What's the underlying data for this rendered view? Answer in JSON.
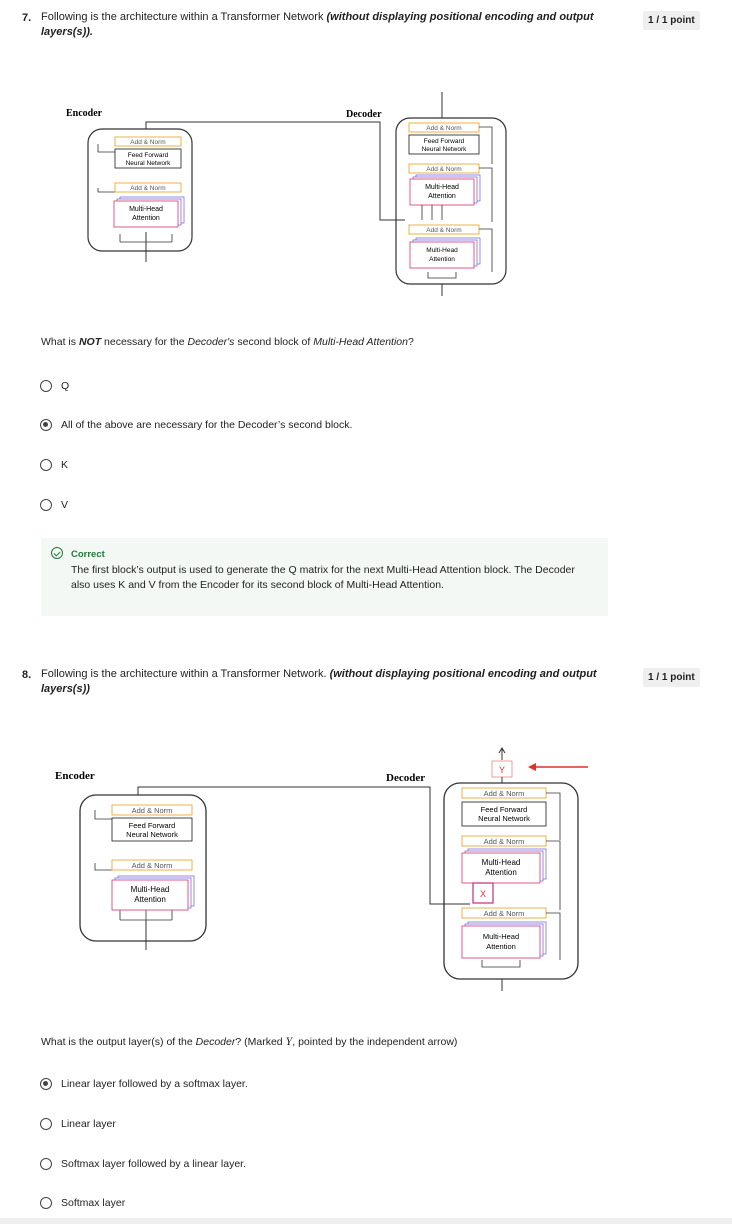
{
  "questions": [
    {
      "number": "7.",
      "text_prefix": "Following is the architecture within a Transformer Network ",
      "text_bold": "(without displaying positional encoding and output layers(s)).",
      "points": "1 / 1 point",
      "diagram": {
        "encoder_label": "Encoder",
        "decoder_label": "Decoder",
        "add_norm": "Add & Norm",
        "ffn_line1": "Feed Forward",
        "ffn_line2": "Neural Network",
        "mha_line1": "Multi-Head",
        "mha_line2": "Attention"
      },
      "prompt_parts": [
        "What is ",
        "NOT",
        " necessary for the ",
        "Decoder's",
        " second block of ",
        "Multi-Head Attention",
        "?"
      ],
      "options": [
        {
          "label": "Q",
          "selected": false
        },
        {
          "label": "All of the above are necessary for the Decoder’s second block.",
          "selected": true
        },
        {
          "label": "K",
          "selected": false
        },
        {
          "label": "V",
          "selected": false
        }
      ],
      "feedback": {
        "title": "Correct",
        "body": "The first block’s output is used to generate the Q matrix for the next Multi-Head Attention block. The Decoder also uses K and V from the Encoder for its second block of Multi-Head Attention."
      }
    },
    {
      "number": "8.",
      "text_prefix": "Following is the architecture within a Transformer Network. ",
      "text_bold": "(without displaying positional encoding and output layers(s))",
      "points": "1 / 1 point",
      "diagram": {
        "encoder_label": "Encoder",
        "decoder_label": "Decoder",
        "add_norm": "Add & Norm",
        "ffn_line1": "Feed Forward",
        "ffn_line2": "Neural Network",
        "mha_line1": "Multi-Head",
        "mha_line2": "Attention",
        "y_marker": "Y",
        "x_marker": "X"
      },
      "prompt_parts": [
        "What is the output layer(s) of the ",
        "Decoder",
        "? (Marked ",
        "Y",
        ", pointed by the independent arrow)"
      ],
      "options": [
        {
          "label": "Linear layer followed by a softmax layer.",
          "selected": true
        },
        {
          "label": "Linear layer",
          "selected": false
        },
        {
          "label": "Softmax layer followed by a linear layer.",
          "selected": false
        },
        {
          "label": "Softmax layer",
          "selected": false
        }
      ]
    }
  ],
  "colors": {
    "add_norm_border": "#f0a830",
    "mha_border": "#e0487a",
    "mha_stack": "#7a6ee0",
    "arrow_red": "#e03030",
    "correct_green": "#1e7b3b"
  }
}
